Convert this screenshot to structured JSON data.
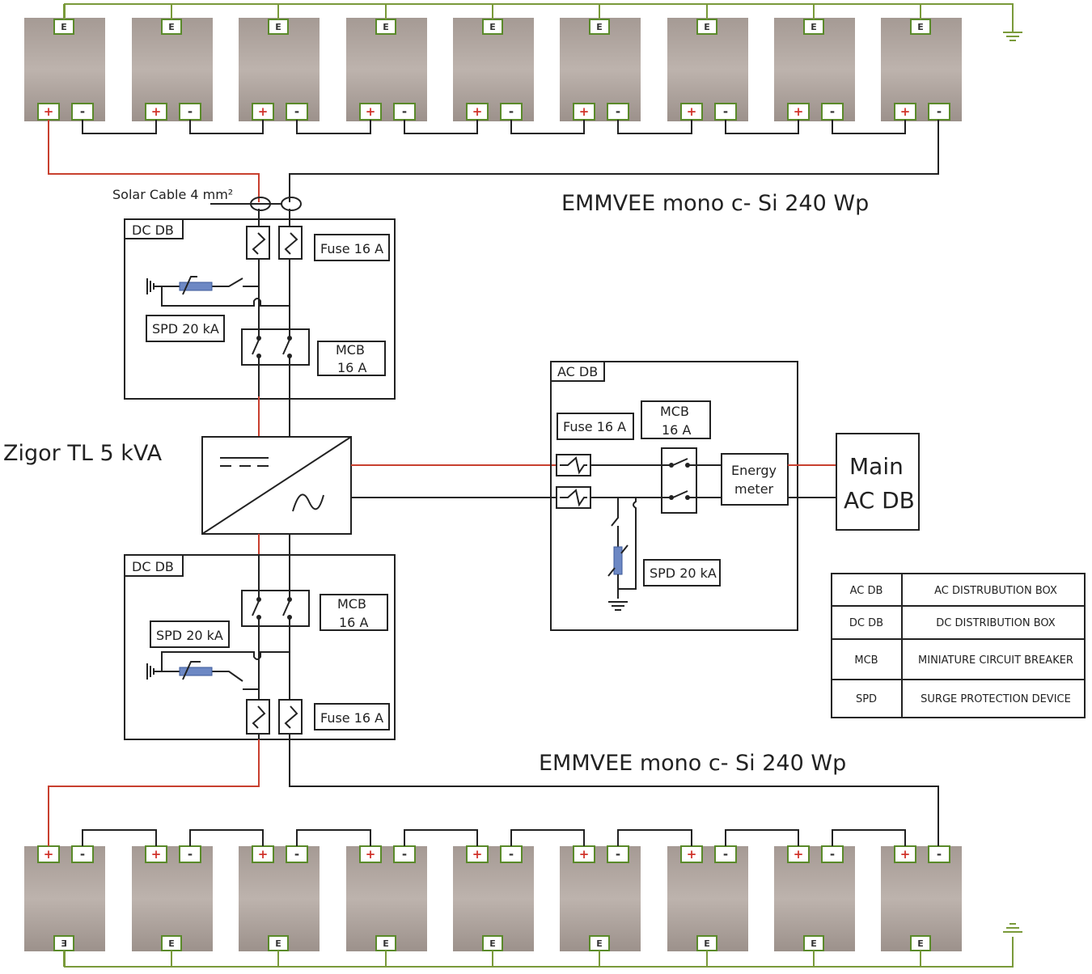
{
  "panel_terminals": {
    "earth": "E",
    "earth_flipped": "Ǝ",
    "plus": "+",
    "minus": "-"
  },
  "labels": {
    "solar_cable": "Solar Cable 4 mm²",
    "module_top": "EMMVEE mono c- Si  240 Wp",
    "module_bottom": "EMMVEE mono c- Si  240 Wp",
    "inverter": "Zigor TL 5 kVA",
    "dcdb_top": "DC DB",
    "dcdb_bottom": "DC DB",
    "acdb": "AC DB",
    "fuse_dc_top": "Fuse 16 A",
    "fuse_dc_bottom": "Fuse 16 A",
    "fuse_ac": "Fuse 16 A",
    "spd_dc_top": "SPD 20 kA",
    "spd_dc_bottom": "SPD 20 kA",
    "spd_ac": "SPD 20 kA",
    "mcb_top_l1": "MCB",
    "mcb_top_l2": "16 A",
    "mcb_bottom_l1": "MCB",
    "mcb_bottom_l2": "16 A",
    "mcb_ac_l1": "MCB",
    "mcb_ac_l2": "16 A",
    "energy_l1": "Energy",
    "energy_l2": "meter",
    "main_l1": "Main",
    "main_l2": "AC DB"
  },
  "legend": [
    {
      "abbr": "AC DB",
      "meaning": "AC DISTRUBUTION BOX"
    },
    {
      "abbr": "DC DB",
      "meaning": "DC DISTRIBUTION BOX"
    },
    {
      "abbr": "MCB",
      "meaning": "MINIATURE CIRCUIT BREAKER"
    },
    {
      "abbr": "SPD",
      "meaning": "SURGE PROTECTION DEVICE"
    }
  ],
  "colors": {
    "positive_wire": "#c8402f",
    "earth_wire": "#7a9a3a",
    "panel": "#a89e98"
  }
}
